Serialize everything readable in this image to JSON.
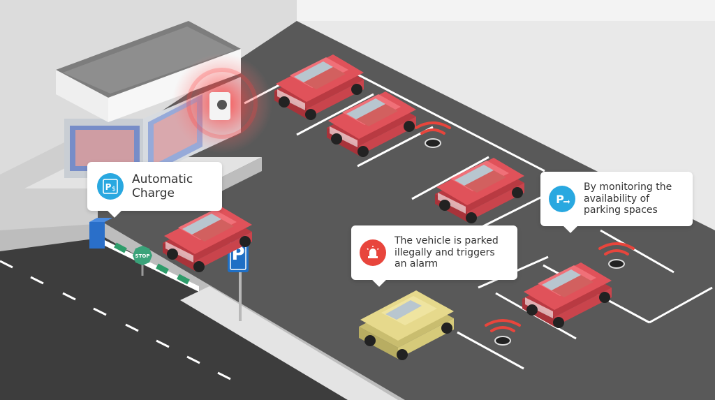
{
  "callouts": {
    "automatic_charge": {
      "lines": [
        "Automatic",
        "Charge"
      ],
      "icon": "parking-payment-icon",
      "icon_color": "#29a8e0"
    },
    "illegal_parking": {
      "lines": [
        "The vehicle is parked",
        "illegally and triggers",
        "an alarm"
      ],
      "icon": "alarm-siren-icon",
      "icon_color": "#e8453c"
    },
    "monitoring": {
      "lines": [
        "By monitoring the",
        "availability of",
        "parking spaces"
      ],
      "icon": "parking-arrow-icon",
      "icon_color": "#29a8e0"
    }
  },
  "signs": {
    "parking_sign": "P",
    "stop_sign": "STOP"
  },
  "colors": {
    "lot": "#595959",
    "road": "#3d3d3d",
    "car_red": "#e0525a",
    "car_yellow": "#e6d98c",
    "sensor_wave": "#e8453c",
    "info_blue": "#29a8e0"
  }
}
